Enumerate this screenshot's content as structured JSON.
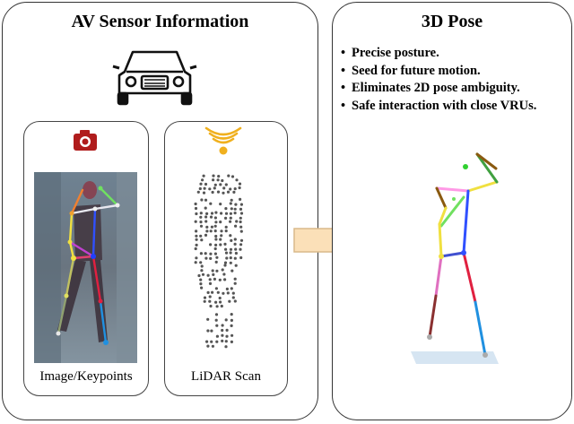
{
  "sensor_panel": {
    "title": "AV Sensor Information",
    "image_caption": "Image/Keypoints",
    "lidar_caption": "LiDAR Scan"
  },
  "pose_panel": {
    "title": "3D Pose",
    "bullets": [
      "Precise posture.",
      "Seed for future motion.",
      "Eliminates 2D pose ambiguity.",
      "Safe interaction with close VRUs."
    ]
  },
  "icons": {
    "vehicle": "car-icon",
    "camera": "camera-icon",
    "lidar": "lidar-signal-icon",
    "arrow": "right-arrow-icon"
  },
  "colors": {
    "camera": "#b01c1c",
    "lidar": "#f0b01e",
    "arrow_fill": "#fbe0b8",
    "arrow_stroke": "#d9b98a",
    "ground": "#cfe0f0"
  }
}
